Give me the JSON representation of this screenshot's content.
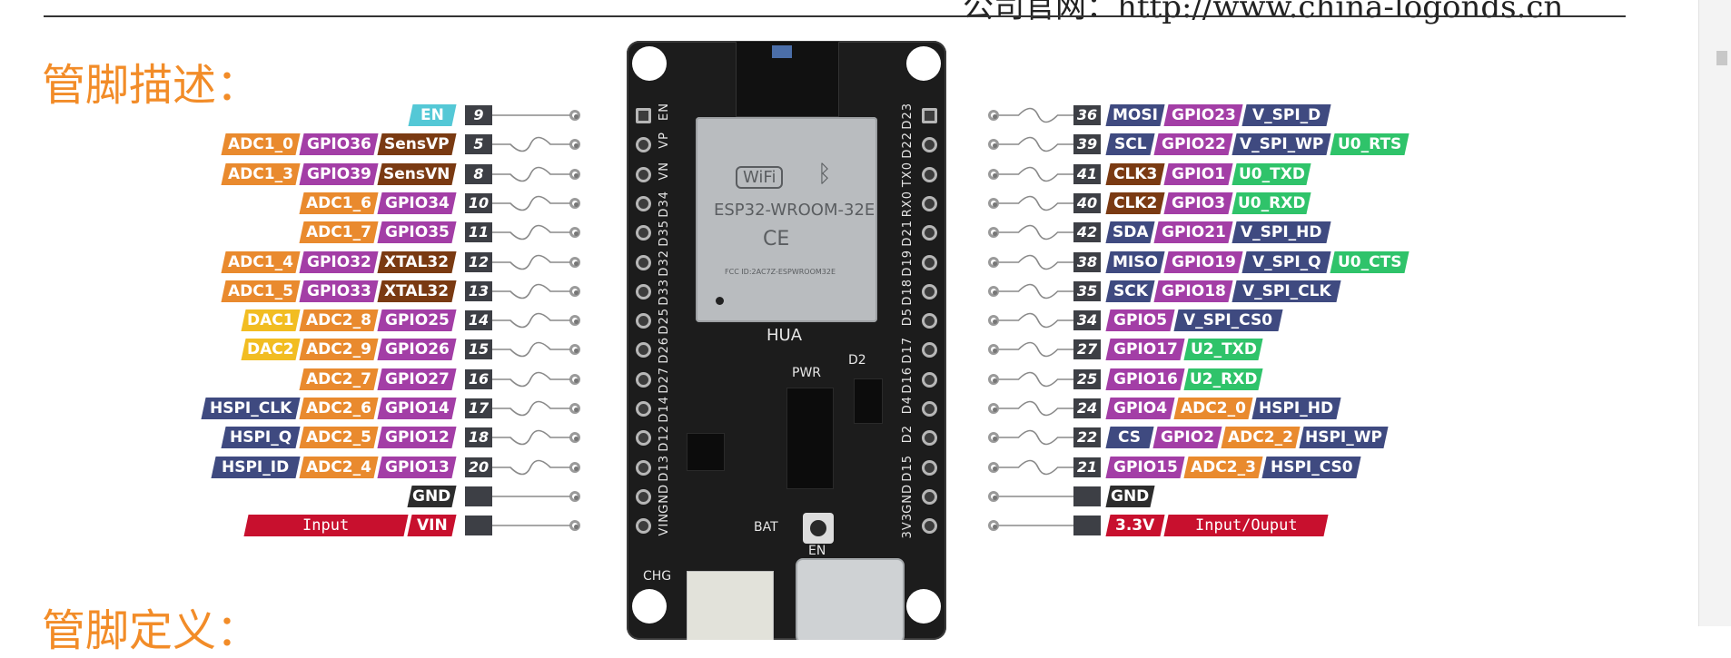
{
  "header": {
    "url_text": "公司官网：http://www.china-logonds.cn"
  },
  "titles": {
    "pin_description": "管脚描述：",
    "pin_definition": "管脚定义："
  },
  "colors": {
    "ADC": "#e98a2e",
    "GPIO": "#a33ea6",
    "XTAL": "#7a3a12",
    "SENS": "#7a3a12",
    "EN": "#54c8d6",
    "DAC": "#f2bd22",
    "HSPI": "#3f4a80",
    "SPI": "#3f4a80",
    "UART": "#2fc36a",
    "CLK": "#7a3a12",
    "GND": "#2d2d2d",
    "PWR": "#c8102e",
    "NUM": "#3d3f45"
  },
  "board": {
    "module_wifi": "WiFi",
    "module_name": "ESP32-WROOM-32E",
    "module_cert": "CE",
    "module_fcc": "FCC ID:2AC7Z-ESPWROOM32E",
    "brand": "HUA",
    "pwr": "PWR",
    "d2": "D2",
    "bat": "BAT",
    "en": "EN",
    "chg": "CHG",
    "left_header": [
      "EN",
      "VP",
      "VN",
      "D34",
      "D35",
      "D32",
      "D33",
      "D25",
      "D26",
      "D27",
      "D14",
      "D12",
      "D13",
      "GND",
      "VIN"
    ],
    "right_header": [
      "D23",
      "D22",
      "TX0",
      "RX0",
      "D21",
      "D19",
      "D18",
      "D5",
      "D17",
      "D16",
      "D4",
      "D2",
      "D15",
      "GND",
      "3V3"
    ]
  },
  "left_pins": [
    {
      "num": "9",
      "labels": [
        {
          "t": "EN",
          "c": "EN"
        }
      ]
    },
    {
      "num": "5",
      "labels": [
        {
          "t": "ADC1_0",
          "c": "ADC"
        },
        {
          "t": "GPIO36",
          "c": "GPIO"
        },
        {
          "t": "SensVP",
          "c": "SENS"
        }
      ]
    },
    {
      "num": "8",
      "labels": [
        {
          "t": "ADC1_3",
          "c": "ADC"
        },
        {
          "t": "GPIO39",
          "c": "GPIO"
        },
        {
          "t": "SensVN",
          "c": "SENS"
        }
      ]
    },
    {
      "num": "10",
      "labels": [
        {
          "t": "ADC1_6",
          "c": "ADC"
        },
        {
          "t": "GPIO34",
          "c": "GPIO"
        }
      ]
    },
    {
      "num": "11",
      "labels": [
        {
          "t": "ADC1_7",
          "c": "ADC"
        },
        {
          "t": "GPIO35",
          "c": "GPIO"
        }
      ]
    },
    {
      "num": "12",
      "labels": [
        {
          "t": "ADC1_4",
          "c": "ADC"
        },
        {
          "t": "GPIO32",
          "c": "GPIO"
        },
        {
          "t": "XTAL32",
          "c": "XTAL"
        }
      ]
    },
    {
      "num": "13",
      "labels": [
        {
          "t": "ADC1_5",
          "c": "ADC"
        },
        {
          "t": "GPIO33",
          "c": "GPIO"
        },
        {
          "t": "XTAL32",
          "c": "XTAL"
        }
      ]
    },
    {
      "num": "14",
      "labels": [
        {
          "t": "DAC1",
          "c": "DAC"
        },
        {
          "t": "ADC2_8",
          "c": "ADC"
        },
        {
          "t": "GPIO25",
          "c": "GPIO"
        }
      ]
    },
    {
      "num": "15",
      "labels": [
        {
          "t": "DAC2",
          "c": "DAC"
        },
        {
          "t": "ADC2_9",
          "c": "ADC"
        },
        {
          "t": "GPIO26",
          "c": "GPIO"
        }
      ]
    },
    {
      "num": "16",
      "labels": [
        {
          "t": "ADC2_7",
          "c": "ADC"
        },
        {
          "t": "GPIO27",
          "c": "GPIO"
        }
      ]
    },
    {
      "num": "17",
      "labels": [
        {
          "t": "HSPI_CLK",
          "c": "HSPI"
        },
        {
          "t": "ADC2_6",
          "c": "ADC"
        },
        {
          "t": "GPIO14",
          "c": "GPIO"
        }
      ]
    },
    {
      "num": "18",
      "labels": [
        {
          "t": "HSPI_Q",
          "c": "HSPI"
        },
        {
          "t": "ADC2_5",
          "c": "ADC"
        },
        {
          "t": "GPIO12",
          "c": "GPIO"
        }
      ]
    },
    {
      "num": "20",
      "labels": [
        {
          "t": "HSPI_ID",
          "c": "HSPI"
        },
        {
          "t": "ADC2_4",
          "c": "ADC"
        },
        {
          "t": "GPIO13",
          "c": "GPIO"
        }
      ]
    },
    {
      "num": "",
      "labels": [
        {
          "t": "GND",
          "c": "GND"
        }
      ]
    },
    {
      "num": "",
      "labels": [
        {
          "t": "Input",
          "c": "PWR",
          "wide": true
        },
        {
          "t": "VIN",
          "c": "PWR"
        }
      ]
    }
  ],
  "right_pins": [
    {
      "num": "36",
      "labels": [
        {
          "t": "MOSI",
          "c": "SPI"
        },
        {
          "t": "GPIO23",
          "c": "GPIO"
        },
        {
          "t": "V_SPI_D",
          "c": "SPI"
        }
      ]
    },
    {
      "num": "39",
      "labels": [
        {
          "t": "SCL",
          "c": "SPI"
        },
        {
          "t": "GPIO22",
          "c": "GPIO"
        },
        {
          "t": "V_SPI_WP",
          "c": "SPI"
        },
        {
          "t": "U0_RTS",
          "c": "UART"
        }
      ]
    },
    {
      "num": "41",
      "labels": [
        {
          "t": "CLK3",
          "c": "CLK"
        },
        {
          "t": "GPIO1",
          "c": "GPIO"
        },
        {
          "t": "U0_TXD",
          "c": "UART"
        }
      ]
    },
    {
      "num": "40",
      "labels": [
        {
          "t": "CLK2",
          "c": "CLK"
        },
        {
          "t": "GPIO3",
          "c": "GPIO"
        },
        {
          "t": "U0_RXD",
          "c": "UART"
        }
      ]
    },
    {
      "num": "42",
      "labels": [
        {
          "t": "SDA",
          "c": "SPI"
        },
        {
          "t": "GPIO21",
          "c": "GPIO"
        },
        {
          "t": "V_SPI_HD",
          "c": "SPI"
        }
      ]
    },
    {
      "num": "38",
      "labels": [
        {
          "t": "MISO",
          "c": "SPI"
        },
        {
          "t": "GPIO19",
          "c": "GPIO"
        },
        {
          "t": "V_SPI_Q",
          "c": "SPI"
        },
        {
          "t": "U0_CTS",
          "c": "UART"
        }
      ]
    },
    {
      "num": "35",
      "labels": [
        {
          "t": "SCK",
          "c": "SPI"
        },
        {
          "t": "GPIO18",
          "c": "GPIO"
        },
        {
          "t": "V_SPI_CLK",
          "c": "SPI"
        }
      ]
    },
    {
      "num": "34",
      "labels": [
        {
          "t": "GPIO5",
          "c": "GPIO"
        },
        {
          "t": "V_SPI_CS0",
          "c": "SPI"
        }
      ]
    },
    {
      "num": "27",
      "labels": [
        {
          "t": "GPIO17",
          "c": "GPIO"
        },
        {
          "t": "U2_TXD",
          "c": "UART"
        }
      ]
    },
    {
      "num": "25",
      "labels": [
        {
          "t": "GPIO16",
          "c": "GPIO"
        },
        {
          "t": "U2_RXD",
          "c": "UART"
        }
      ]
    },
    {
      "num": "24",
      "labels": [
        {
          "t": "GPIO4",
          "c": "GPIO"
        },
        {
          "t": "ADC2_0",
          "c": "ADC"
        },
        {
          "t": "HSPI_HD",
          "c": "HSPI"
        }
      ]
    },
    {
      "num": "22",
      "labels": [
        {
          "t": "CS",
          "c": "SPI"
        },
        {
          "t": "GPIO2",
          "c": "GPIO"
        },
        {
          "t": "ADC2_2",
          "c": "ADC"
        },
        {
          "t": "HSPI_WP",
          "c": "HSPI"
        }
      ]
    },
    {
      "num": "21",
      "labels": [
        {
          "t": "GPIO15",
          "c": "GPIO"
        },
        {
          "t": "ADC2_3",
          "c": "ADC"
        },
        {
          "t": "HSPI_CS0",
          "c": "HSPI"
        }
      ]
    },
    {
      "num": "",
      "labels": [
        {
          "t": "GND",
          "c": "GND"
        }
      ]
    },
    {
      "num": "",
      "labels": [
        {
          "t": "3.3V",
          "c": "PWR"
        },
        {
          "t": "Input/Ouput",
          "c": "PWR",
          "wide": true
        }
      ]
    }
  ]
}
